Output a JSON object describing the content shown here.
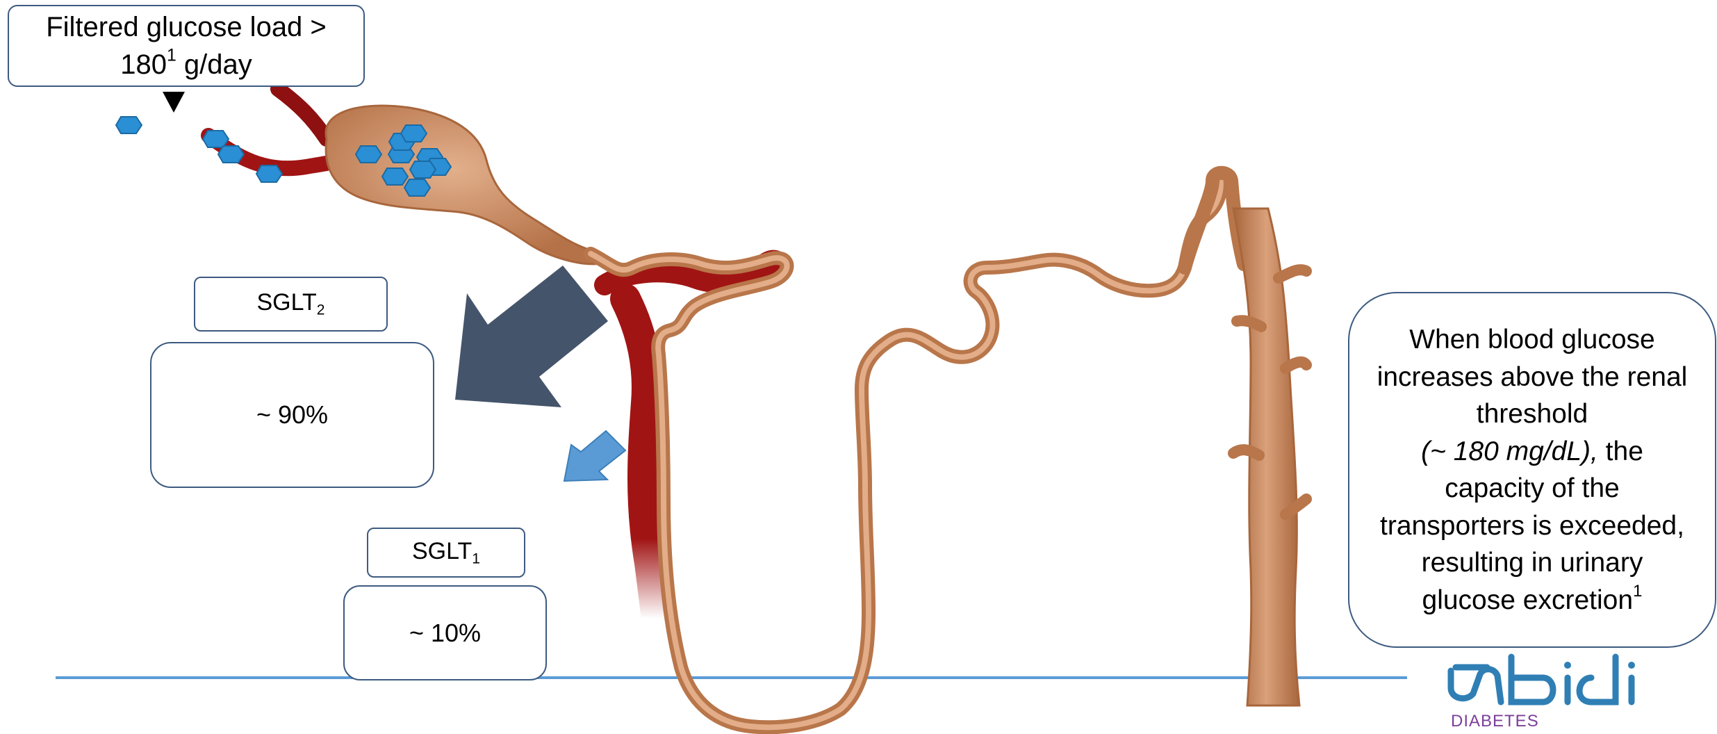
{
  "callout": {
    "line1": "Filtered glucose load >",
    "value": "180",
    "sup": "1",
    "unit": "g/day"
  },
  "sglt2": {
    "name": "SGLT",
    "sub": "2",
    "percent": "~ 90%"
  },
  "sglt1": {
    "name": "SGLT",
    "sub": "1",
    "percent": "~ 10%"
  },
  "note": {
    "line1": "When blood glucose",
    "line2": "increases above the renal",
    "line3": "threshold",
    "threshold_value": "(~ 180 mg/dL),",
    "line4_rest": "the",
    "line5": "capacity of the",
    "line6": "transporters is exceeded,",
    "line7": "resulting in urinary",
    "line8": "glucose excretion",
    "line8_sup": "1"
  },
  "logo": {
    "word": "DIABETES",
    "mark": "abidi"
  },
  "colors": {
    "tubule": "#c98a5e",
    "tubule_dark": "#a8663c",
    "vessel": "#a11414",
    "glucose": "#2a8fd4",
    "arrow_big": "#44546a",
    "arrow_small": "#5b9bd5",
    "baseline": "#5b9bd5",
    "logo_blue": "#2f7fb5",
    "logo_purple": "#7b3f9a"
  }
}
